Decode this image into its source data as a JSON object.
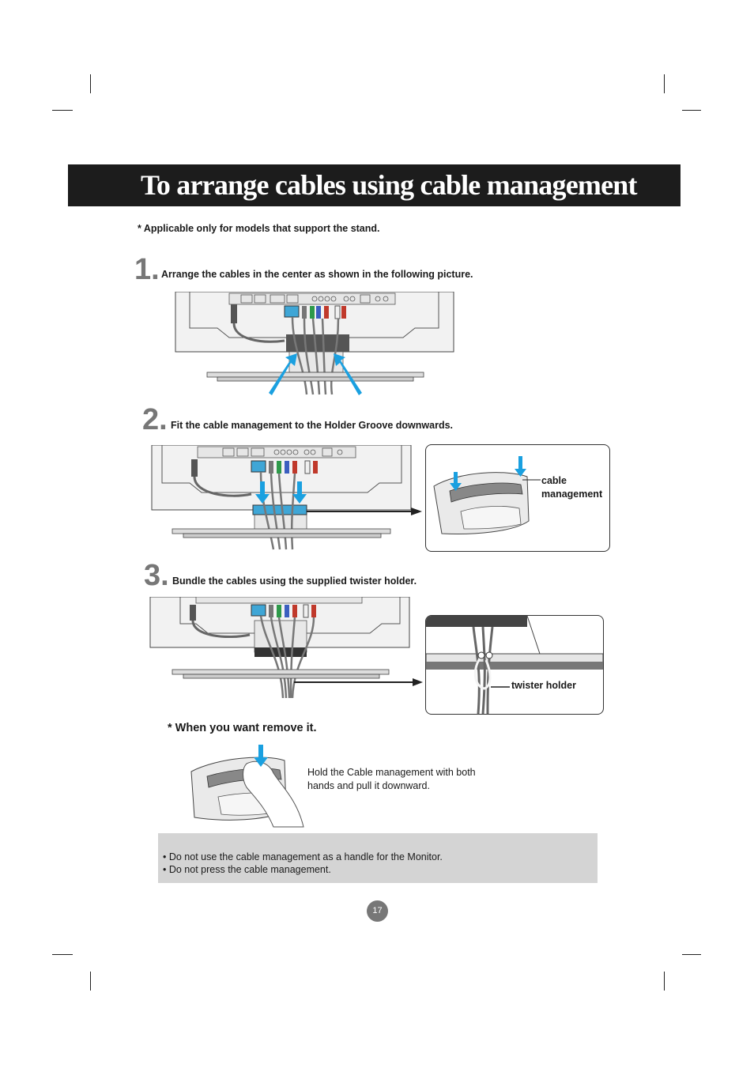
{
  "header": {
    "title": "To arrange cables using cable management",
    "applicable_note": "* Applicable only for models that support the stand."
  },
  "steps": [
    {
      "number": "1.",
      "text": "Arrange the cables in the center as shown in the following picture."
    },
    {
      "number": "2.",
      "text": "Fit the cable management  to the Holder Groove downwards."
    },
    {
      "number": "3.",
      "text": "Bundle the cables using the supplied twister holder."
    }
  ],
  "callouts": {
    "cable_management_label_line1": "cable",
    "cable_management_label_line2": "management",
    "twister_holder_label": "twister holder"
  },
  "remove": {
    "heading": "* When you want remove it.",
    "description_line1": "Hold the Cable management with both",
    "description_line2": "hands and pull it downward."
  },
  "cautions": [
    "• Do not use the cable management as a handle for the Monitor.",
    "• Do not press the cable management."
  ],
  "page_number": "17",
  "colors": {
    "title_bar": "#1c1c1c",
    "arrow": "#1aa0e0",
    "caution_bg": "#d4d4d4",
    "page_badge": "#777777"
  }
}
